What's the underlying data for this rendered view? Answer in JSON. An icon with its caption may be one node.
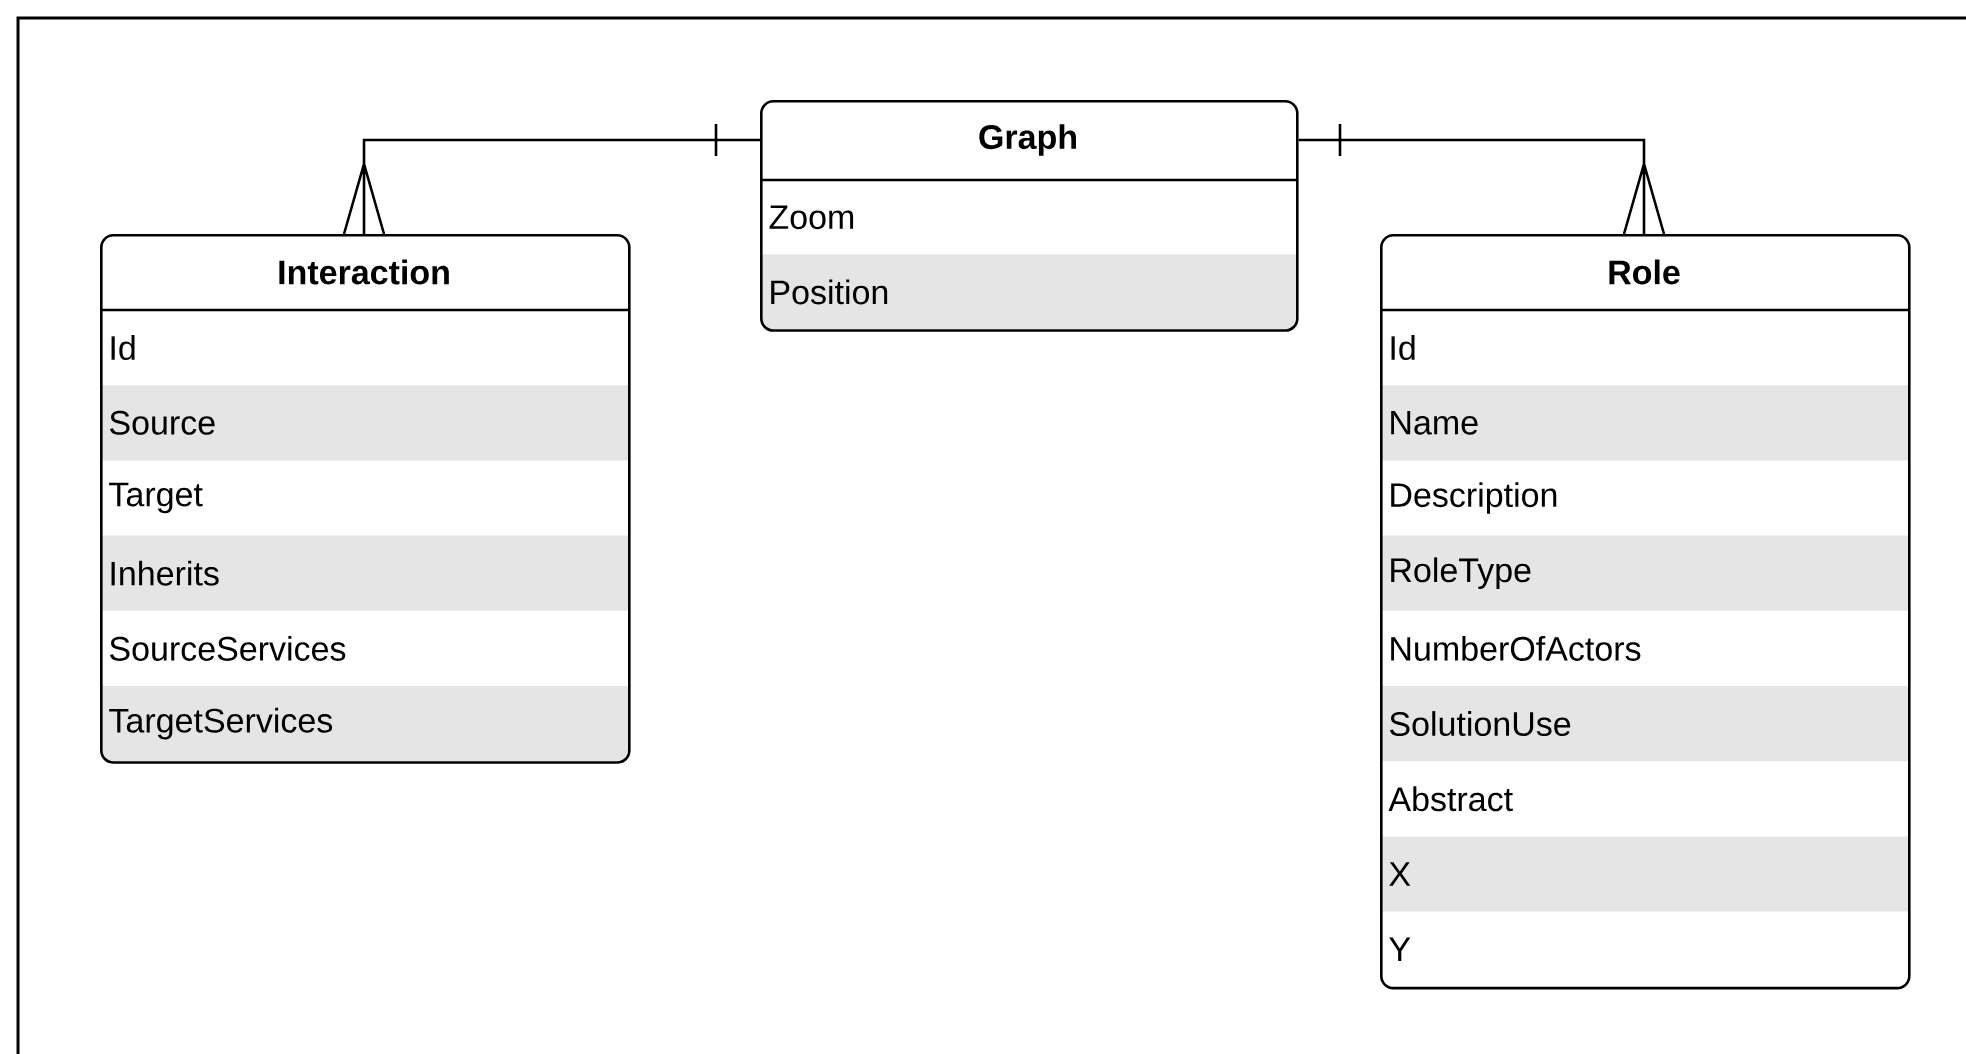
{
  "diagram": {
    "nodes": [
      {
        "text": [
          "Graph",
          "Zoom",
          "Position"
        ]
      },
      {
        "text": [
          "Interaction",
          "Id",
          "Source",
          "Target",
          "Inherits",
          "SourceServices",
          "TargetServices"
        ]
      },
      {
        "text": [
          "Role",
          "Id",
          "Name",
          "Description",
          "RoleType",
          "NumberOfActors",
          "SolutionUse",
          "Abstract",
          "X",
          "Y"
        ]
      }
    ],
    "edges": [
      {
        "from": 0,
        "to": 1,
        "arrow": "other"
      },
      {
        "from": 0,
        "to": 2,
        "arrow": "other"
      }
    ]
  }
}
